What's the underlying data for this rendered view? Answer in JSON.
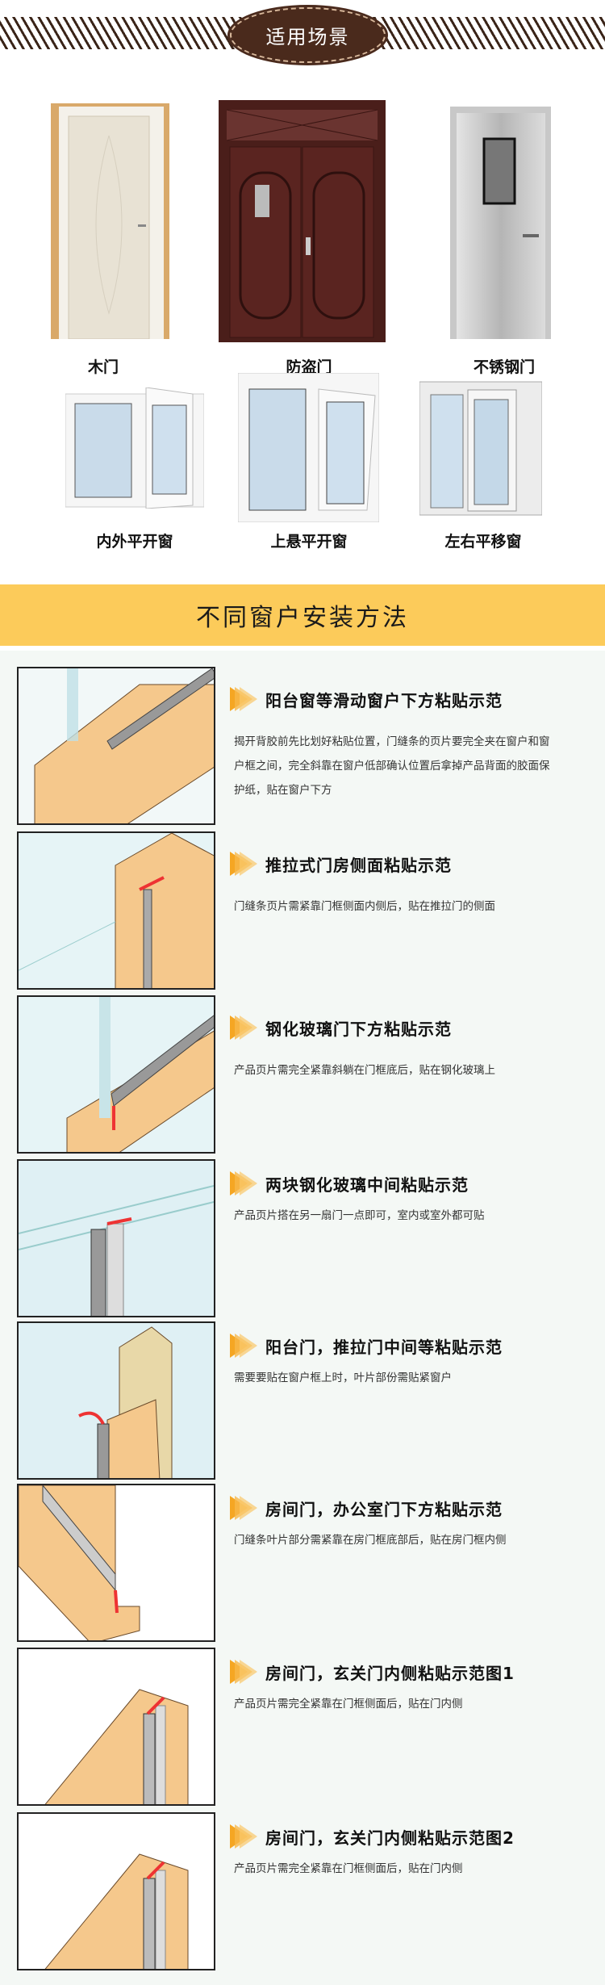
{
  "header": {
    "title": "适用场景"
  },
  "scenes": [
    {
      "label": "木门",
      "kind": "wood"
    },
    {
      "label": "防盗门",
      "kind": "security"
    },
    {
      "label": "不锈钢门",
      "kind": "steel"
    },
    {
      "label": "内外平开窗",
      "kind": "casement"
    },
    {
      "label": "上悬平开窗",
      "kind": "tilt"
    },
    {
      "label": "左右平移窗",
      "kind": "sliding"
    }
  ],
  "banner": {
    "title": "不同窗户安装方法"
  },
  "methods": [
    {
      "title": "阳台窗等滑动窗户下方粘贴示范",
      "desc": "揭开背胶前先比划好粘贴位置，门缝条的页片要完全夹在窗户和窗户框之间，完全斜靠在窗户低部确认位置后拿掉产品背面的胶面保护纸，贴在窗户下方"
    },
    {
      "title": "推拉式门房侧面粘贴示范",
      "desc": "门缝条页片需紧靠门框侧面内侧后，贴在推拉门的侧面"
    },
    {
      "title": "钢化玻璃门下方粘贴示范",
      "desc": "产品页片需完全紧靠斜躺在门框底后，贴在钢化玻璃上"
    },
    {
      "title": "两块钢化玻璃中间粘贴示范",
      "desc": "产品页片搭在另一扇门一点即可，室内或室外都可贴"
    },
    {
      "title": "阳台门，推拉门中间等粘贴示范",
      "desc": "需要要贴在窗户框上时，叶片部份需贴紧窗户"
    },
    {
      "title": "房间门，办公室门下方粘贴示范",
      "desc": "门缝条叶片部分需紧靠在房门框底部后，贴在房门框内侧"
    },
    {
      "title": "房间门，玄关门内侧粘贴示范图1",
      "desc": "产品页片需完全紧靠在门框侧面后，贴在门内侧"
    },
    {
      "title": "房间门，玄关门内侧粘贴示范图2",
      "desc": "产品页片需完全紧靠在门框侧面后，贴在门内侧"
    }
  ],
  "colors": {
    "brown": "#4a2a1c",
    "banner": "#fccb5a",
    "wood": "#f5c88c",
    "arrow": "#f5a623"
  }
}
